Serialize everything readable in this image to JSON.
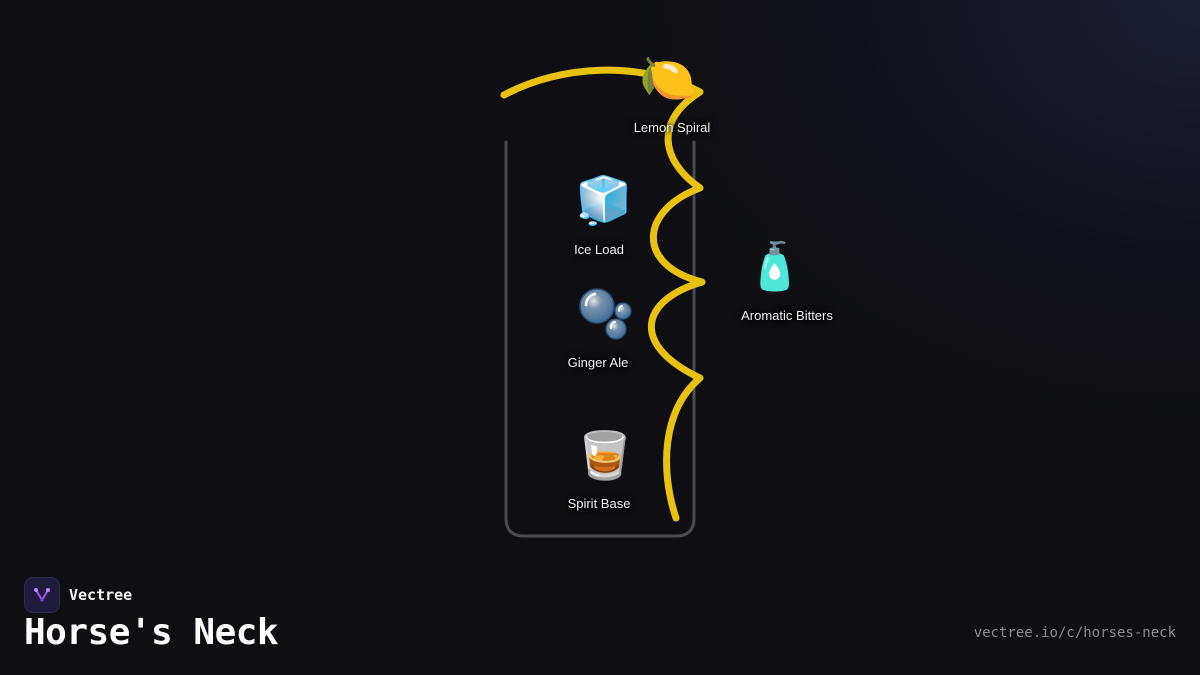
{
  "brand": {
    "name": "Vectree",
    "logo_icon": "vectree-logo-icon",
    "accent": "#a855f7"
  },
  "drink": {
    "title": "Horse's Neck",
    "url": "vectree.io/c/horses-neck"
  },
  "colors": {
    "background": "#0f0f13",
    "glass_outline": "#4a4a4f",
    "lemon_peel": "#f0c419"
  },
  "ingredients": [
    {
      "id": "lemon",
      "label": "Lemon Spiral",
      "icon": "lemon-icon",
      "glyph": "🍋"
    },
    {
      "id": "ice",
      "label": "Ice Load",
      "icon": "ice-cube-icon",
      "glyph": "🧊"
    },
    {
      "id": "bitters",
      "label": "Aromatic Bitters",
      "icon": "bitters-bottle-icon",
      "glyph": "🧴"
    },
    {
      "id": "ginger",
      "label": "Ginger Ale",
      "icon": "bubbles-icon",
      "glyph": "🫧"
    },
    {
      "id": "spirit",
      "label": "Spirit Base",
      "icon": "tumbler-glass-icon",
      "glyph": "🥃"
    }
  ]
}
